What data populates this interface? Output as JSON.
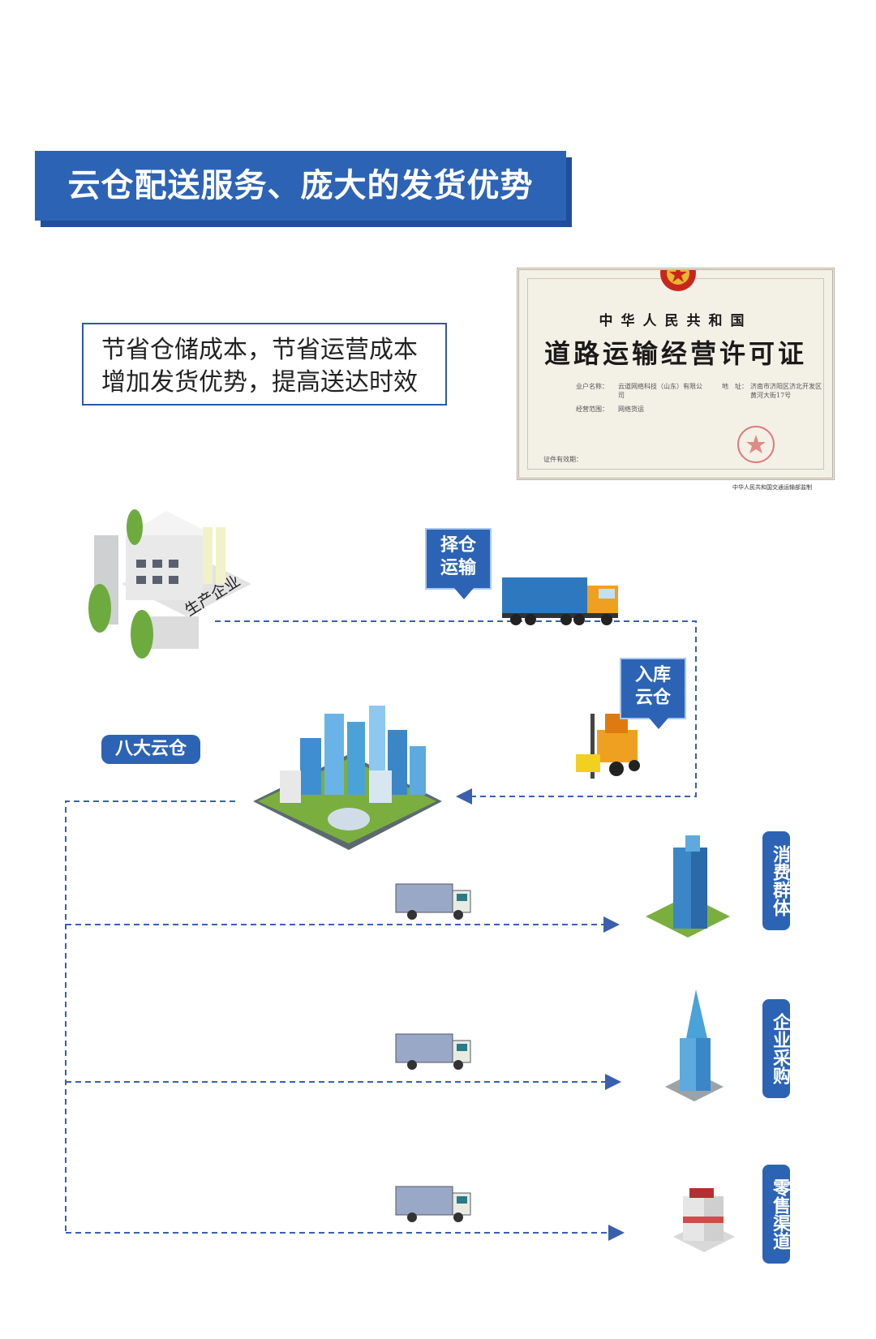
{
  "title": "云仓配送服务、庞大的发货优势",
  "slogan": {
    "line1": "节省仓储成本，节省运营成本",
    "line2": "增加发货优势，提高送达时效"
  },
  "certificate": {
    "country": "中华人民共和国",
    "name": "道路运输经营许可证",
    "business_name_label": "业户名称：",
    "business_name_value": "云道网络科技（山东）有限公司",
    "address_label": "地　址：",
    "address_value": "济南市济阳区济北开发区黄河大街17号",
    "scope_label": "经营范围：",
    "scope_value": "网络货运",
    "validity_label": "证件有效期：",
    "footer": "中华人民共和国交通运输部监制"
  },
  "nodes": {
    "factory_label": "生产企业",
    "transport_tag": [
      "择仓",
      "运输"
    ],
    "warehouse_tag": [
      "入库",
      "云仓"
    ],
    "cloud_label": "八大云仓"
  },
  "destinations": [
    {
      "label": "消费群体"
    },
    {
      "label": "企业采购"
    },
    {
      "label": "零售渠道"
    }
  ],
  "colors": {
    "brand_blue": "#2c63b5",
    "dashed_line": "#3a5fae"
  }
}
